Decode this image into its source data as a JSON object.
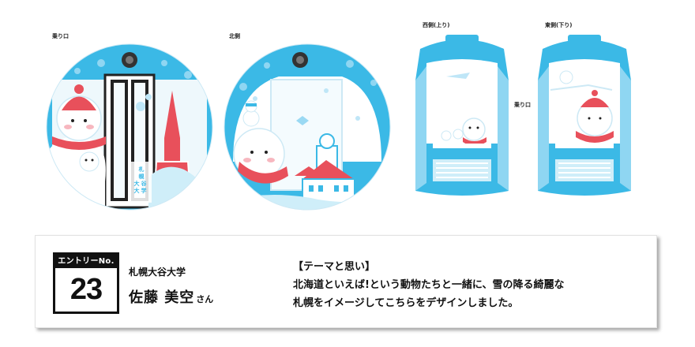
{
  "labels": {
    "boarding_front": "乗り口",
    "north_side": "北側",
    "west_side": "西側(上り)",
    "east_side": "東側(下り)",
    "boarding_side": "乗り口"
  },
  "artwork": {
    "door_text": [
      "札",
      "幌",
      "大",
      "谷",
      "大",
      "学"
    ]
  },
  "entry": {
    "header": "エントリーNo.",
    "number": "23"
  },
  "university": "札幌大谷大学",
  "designer": {
    "name": "佐藤 美空",
    "honorific": "さん"
  },
  "theme": {
    "heading": "【テーマと思い】",
    "line1": "北海道といえば!という動物たちと一緒に、雪の降る綺麗な",
    "line2": "札幌をイメージしてこちらをデザインしました。"
  },
  "colors": {
    "gondola_blue": "#3bb9e6",
    "accent_red": "#e8505b",
    "snow_white": "#ffffff"
  }
}
